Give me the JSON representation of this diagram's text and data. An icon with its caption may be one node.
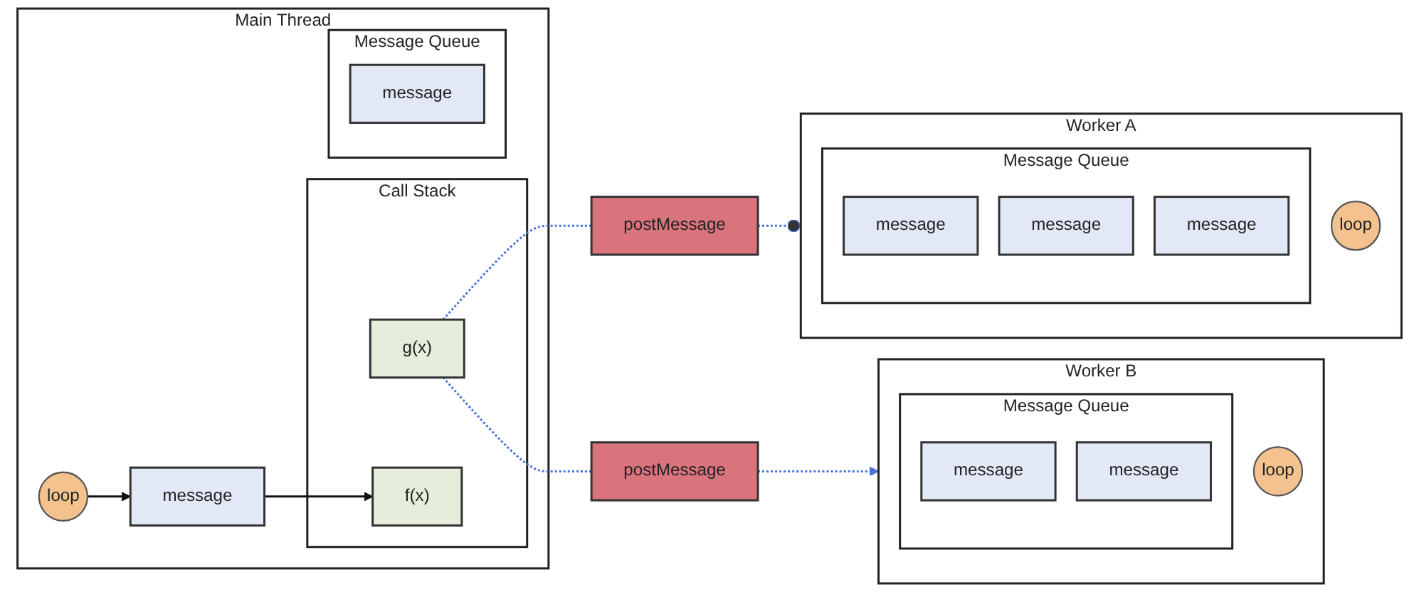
{
  "diagram": {
    "nodes": [
      {
        "text": [
          "Main Thread"
        ]
      },
      {
        "text": [
          "Call Stack"
        ],
        "in": 0
      },
      {
        "text": [
          "g(x)"
        ],
        "in": 1
      },
      {
        "text": [
          "f(x)"
        ],
        "in": 1
      },
      {
        "text": [
          "message"
        ],
        "in": 0
      },
      {
        "text": [
          "Message Queue"
        ],
        "in": 0
      },
      {
        "text": [
          "message"
        ],
        "in": 5
      },
      {
        "text": [
          "loop"
        ],
        "in": 0
      },
      {
        "text": [
          "postMessage"
        ]
      },
      {
        "text": [
          "postMessage"
        ]
      },
      {
        "text": [
          "Worker A"
        ]
      },
      {
        "text": [
          "Message Queue"
        ],
        "in": 10
      },
      {
        "text": [
          "message"
        ],
        "in": 11
      },
      {
        "text": [
          "message"
        ],
        "in": 11
      },
      {
        "text": [
          "message"
        ],
        "in": 11
      },
      {
        "text": [
          "loop"
        ],
        "in": 10
      },
      {
        "text": [
          "Worker B"
        ]
      },
      {
        "text": [
          "Message Queue"
        ],
        "in": 16
      },
      {
        "text": [
          "message"
        ],
        "in": 17
      },
      {
        "text": [
          "message"
        ],
        "in": 17
      },
      {
        "text": [
          "loop"
        ],
        "in": 16
      }
    ],
    "edges": [
      {
        "from": 7,
        "to": 4,
        "arrow": "to",
        "color": "#111111"
      },
      {
        "from": 4,
        "to": 3,
        "arrow": "to",
        "color": "#111111"
      },
      {
        "from": 2,
        "to": 8,
        "arrow": "none",
        "style": "dashed"
      },
      {
        "from": 8,
        "to": 10,
        "arrow": "other",
        "style": "dashed"
      },
      {
        "from": 2,
        "to": 9,
        "arrow": "none",
        "style": "dashed"
      },
      {
        "from": 9,
        "to": 16,
        "arrow": "to",
        "style": "dashed"
      }
    ]
  }
}
